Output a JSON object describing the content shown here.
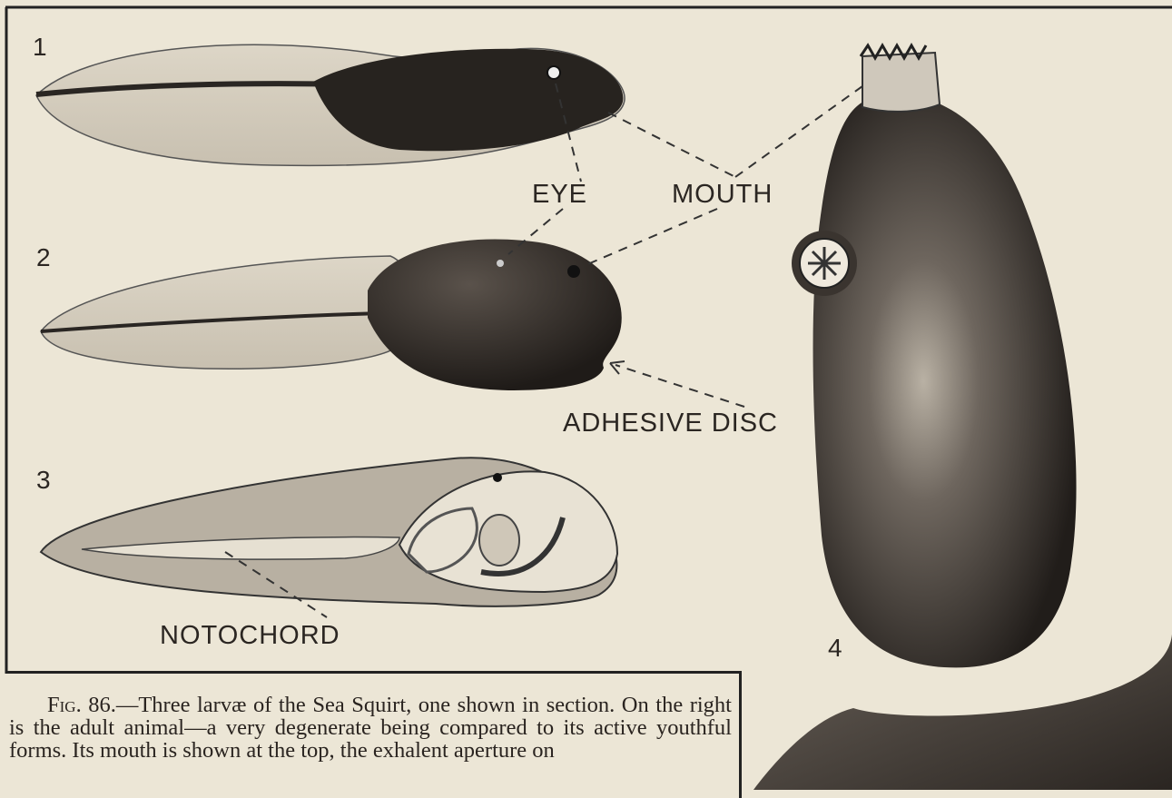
{
  "labels": {
    "eye": "EYE",
    "mouth": "MOUTH",
    "adhesive_disc": "ADHESIVE DISC",
    "notochord": "NOTOCHORD"
  },
  "stages": [
    "1",
    "2",
    "3",
    "4"
  ],
  "caption": {
    "figure": "Fig. 86.",
    "text": "—Three larvæ of the Sea Squirt, one shown in section. On the right is the adult animal—a very degenerate being compared to its active youthful forms. Its mouth is shown at the top, the exhalent aperture on"
  },
  "colors": {
    "paper": "#ece6d6",
    "ink": "#2b2622",
    "body_dark": "#2a2623",
    "fin": "#d6d0c2"
  }
}
